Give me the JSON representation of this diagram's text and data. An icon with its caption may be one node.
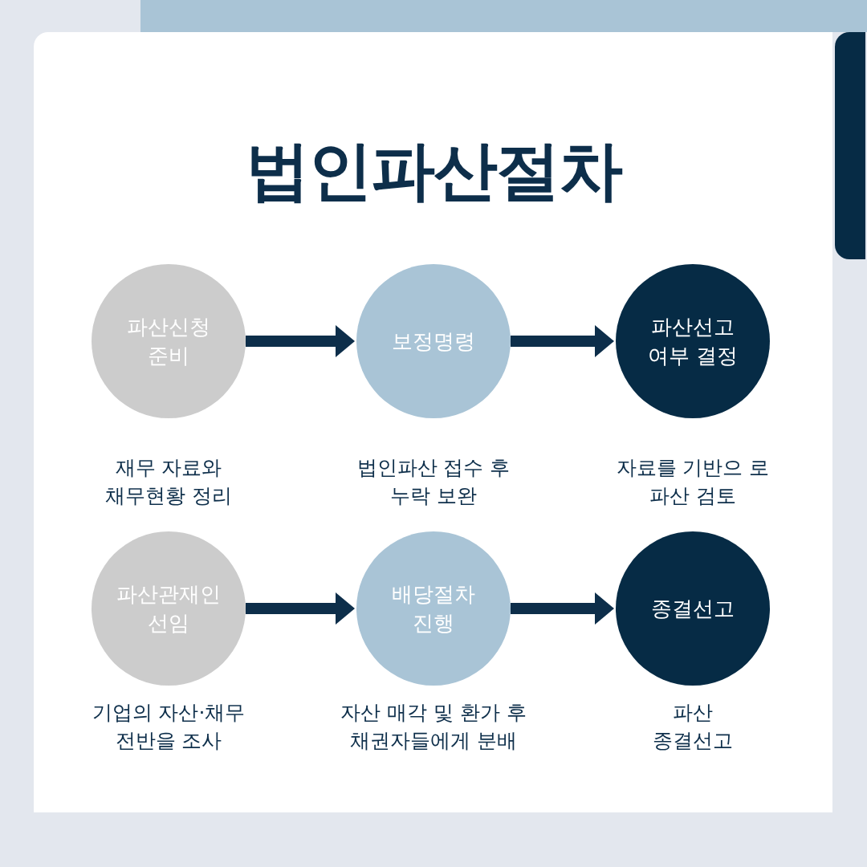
{
  "diagram": {
    "title": "법인파산절차",
    "nodes": [
      {
        "text": [
          "파산신청 준비"
        ],
        "beside": [
          "재무 자료와 채무현황 정리"
        ]
      },
      {
        "text": [
          "보정명령"
        ],
        "beside": [
          "법인파산 접수 후 누락 보완"
        ]
      },
      {
        "text": [
          "파산선고 여부 결정"
        ],
        "beside": [
          "자료를 기반으 로 파산 검토"
        ]
      },
      {
        "text": [
          "파산관재인 선임"
        ],
        "beside": [
          "기업의 자산·채무 전반을 조사"
        ]
      },
      {
        "text": [
          "배당절차 진행"
        ],
        "beside": [
          "자산 매각 및 환가 후 채권자들에게 분배"
        ]
      },
      {
        "text": [
          "종결선고"
        ],
        "beside": [
          "파산 종결선고"
        ]
      }
    ],
    "edges": [
      {
        "from": 0,
        "to": 1,
        "arrow": "to"
      },
      {
        "from": 1,
        "to": 2,
        "arrow": "to"
      },
      {
        "from": 3,
        "to": 4,
        "arrow": "to"
      },
      {
        "from": 4,
        "to": 5,
        "arrow": "to"
      }
    ]
  }
}
